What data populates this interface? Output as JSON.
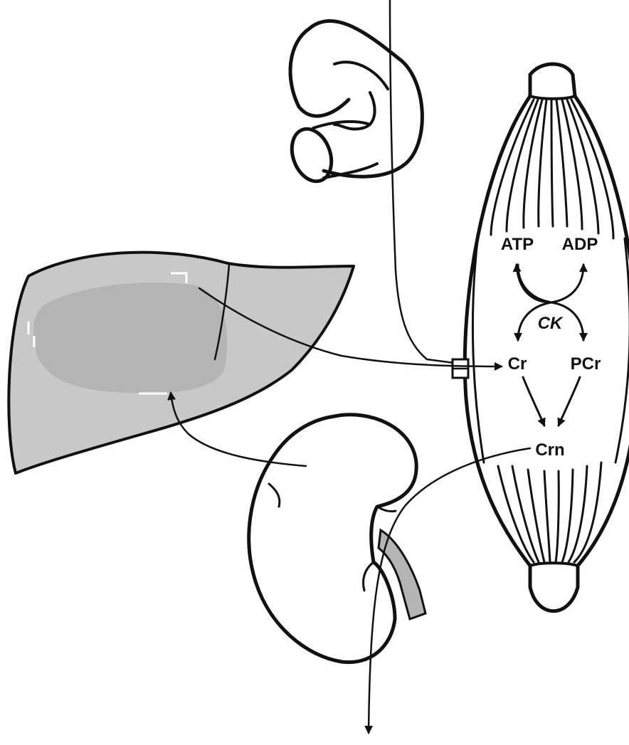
{
  "labels": {
    "atp": "ATP",
    "adp": "ADP",
    "ck": "CK",
    "cr": "Cr",
    "pcr": "PCr",
    "crn": "Crn"
  },
  "colors": {
    "ink": "#111111",
    "organ_fill": "#c8c8c8",
    "organ_shade": "#b4b4b4",
    "background": "#ffffff"
  },
  "icons": {
    "liver": "liver-icon",
    "kidney": "kidney-icon",
    "pancreas": "pancreas-icon",
    "muscle": "muscle-icon",
    "transporter": "transporter-icon"
  }
}
